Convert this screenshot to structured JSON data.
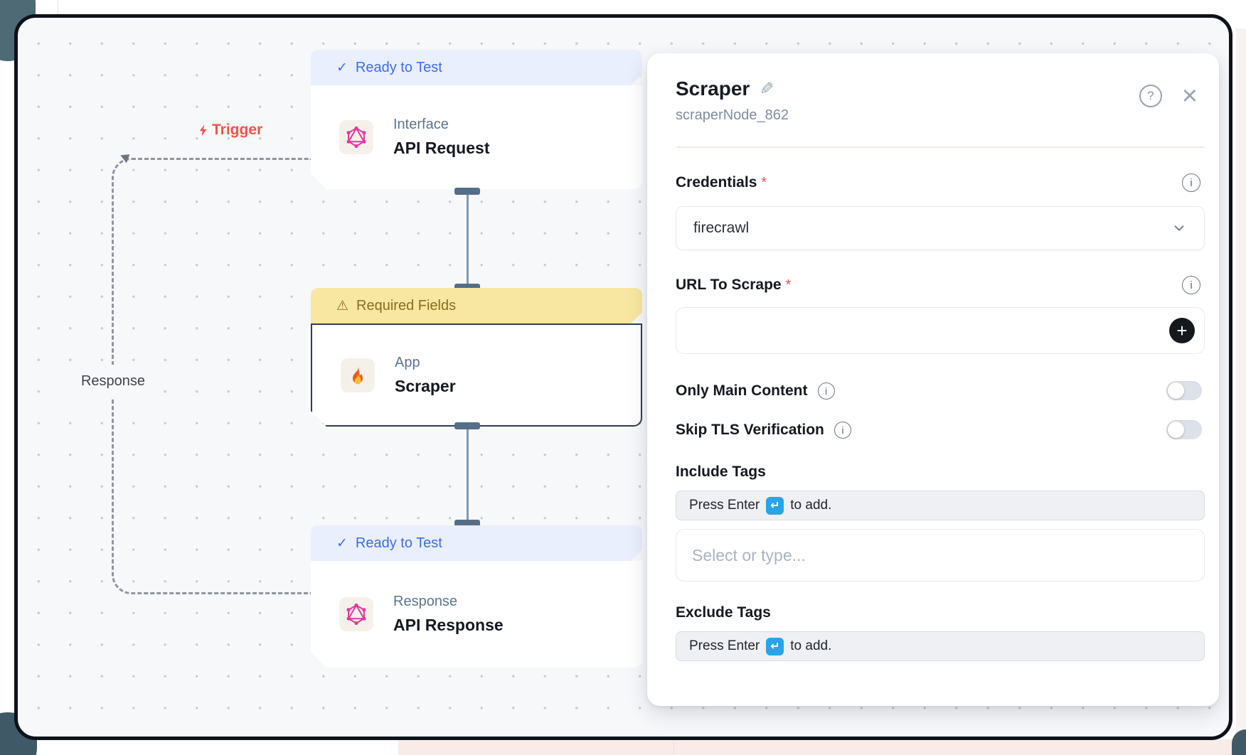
{
  "canvas": {
    "trigger_label": "Trigger",
    "response_label": "Response",
    "nodes": [
      {
        "badge": "Ready to Test",
        "badge_type": "ready",
        "category": "Interface",
        "title": "API Request",
        "icon": "graphql-icon"
      },
      {
        "badge": "Required Fields",
        "badge_type": "warning",
        "category": "App",
        "title": "Scraper",
        "icon": "fire-icon"
      },
      {
        "badge": "Ready to Test",
        "badge_type": "ready",
        "category": "Response",
        "title": "API Response",
        "icon": "graphql-icon"
      }
    ]
  },
  "panel": {
    "title": "Scraper",
    "subtitle": "scraperNode_862",
    "required_mark": "*",
    "fields": {
      "credentials": {
        "label": "Credentials",
        "required": true,
        "value": "firecrawl"
      },
      "url": {
        "label": "URL To Scrape",
        "required": true,
        "value": ""
      },
      "only_main_content": {
        "label": "Only Main Content",
        "enabled": false
      },
      "skip_tls": {
        "label": "Skip TLS Verification",
        "enabled": false
      },
      "include_tags": {
        "label": "Include Tags",
        "hint_prefix": "Press Enter",
        "hint_suffix": "to add.",
        "placeholder": "Select or type..."
      },
      "exclude_tags": {
        "label": "Exclude Tags",
        "hint_prefix": "Press Enter",
        "hint_suffix": "to add."
      }
    }
  },
  "icons": {
    "check": "✓",
    "warning": "⚠",
    "pencil": "✎",
    "help": "?",
    "close": "×",
    "info": "i",
    "plus": "+",
    "enter": "↵",
    "chevron": "chevron-down-icon"
  },
  "colors": {
    "ready_badge_bg": "#e9effc",
    "ready_badge_text": "#3d6ee3",
    "warning_badge_bg": "#f8e7a1",
    "warning_badge_text": "#8a6d1f",
    "trigger_red": "#f0524a",
    "required_red": "#e8544b",
    "enter_key_blue": "#2aa3e8",
    "selected_node_border": "#2f3d54",
    "connector": "#546e88"
  }
}
